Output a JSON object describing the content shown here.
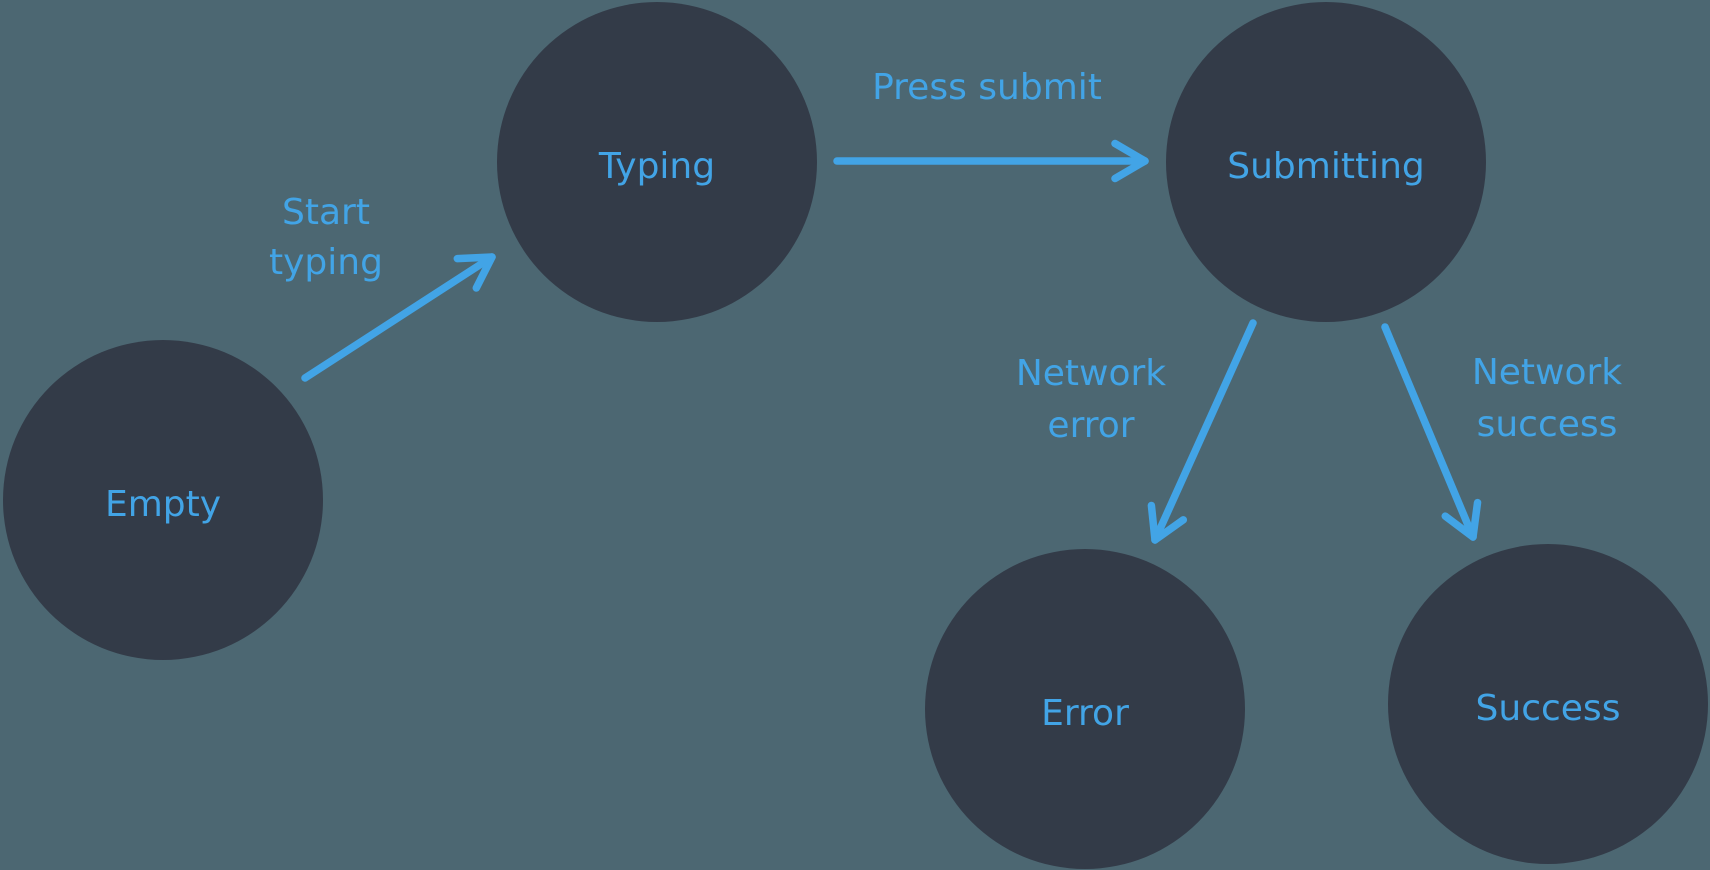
{
  "colors": {
    "background": "#4c6772",
    "node_fill": "#333b48",
    "accent": "#42a4e6"
  },
  "diagram": {
    "type": "state-machine",
    "nodes": [
      {
        "id": "empty",
        "label": "Empty"
      },
      {
        "id": "typing",
        "label": "Typing"
      },
      {
        "id": "submitting",
        "label": "Submitting"
      },
      {
        "id": "error",
        "label": "Error"
      },
      {
        "id": "success",
        "label": "Success"
      }
    ],
    "edges": [
      {
        "from": "empty",
        "to": "typing",
        "label_lines": [
          "Start",
          "typing"
        ]
      },
      {
        "from": "typing",
        "to": "submitting",
        "label_lines": [
          "Press submit"
        ]
      },
      {
        "from": "submitting",
        "to": "error",
        "label_lines": [
          "Network",
          "error"
        ]
      },
      {
        "from": "submitting",
        "to": "success",
        "label_lines": [
          "Network",
          "success"
        ]
      }
    ]
  }
}
